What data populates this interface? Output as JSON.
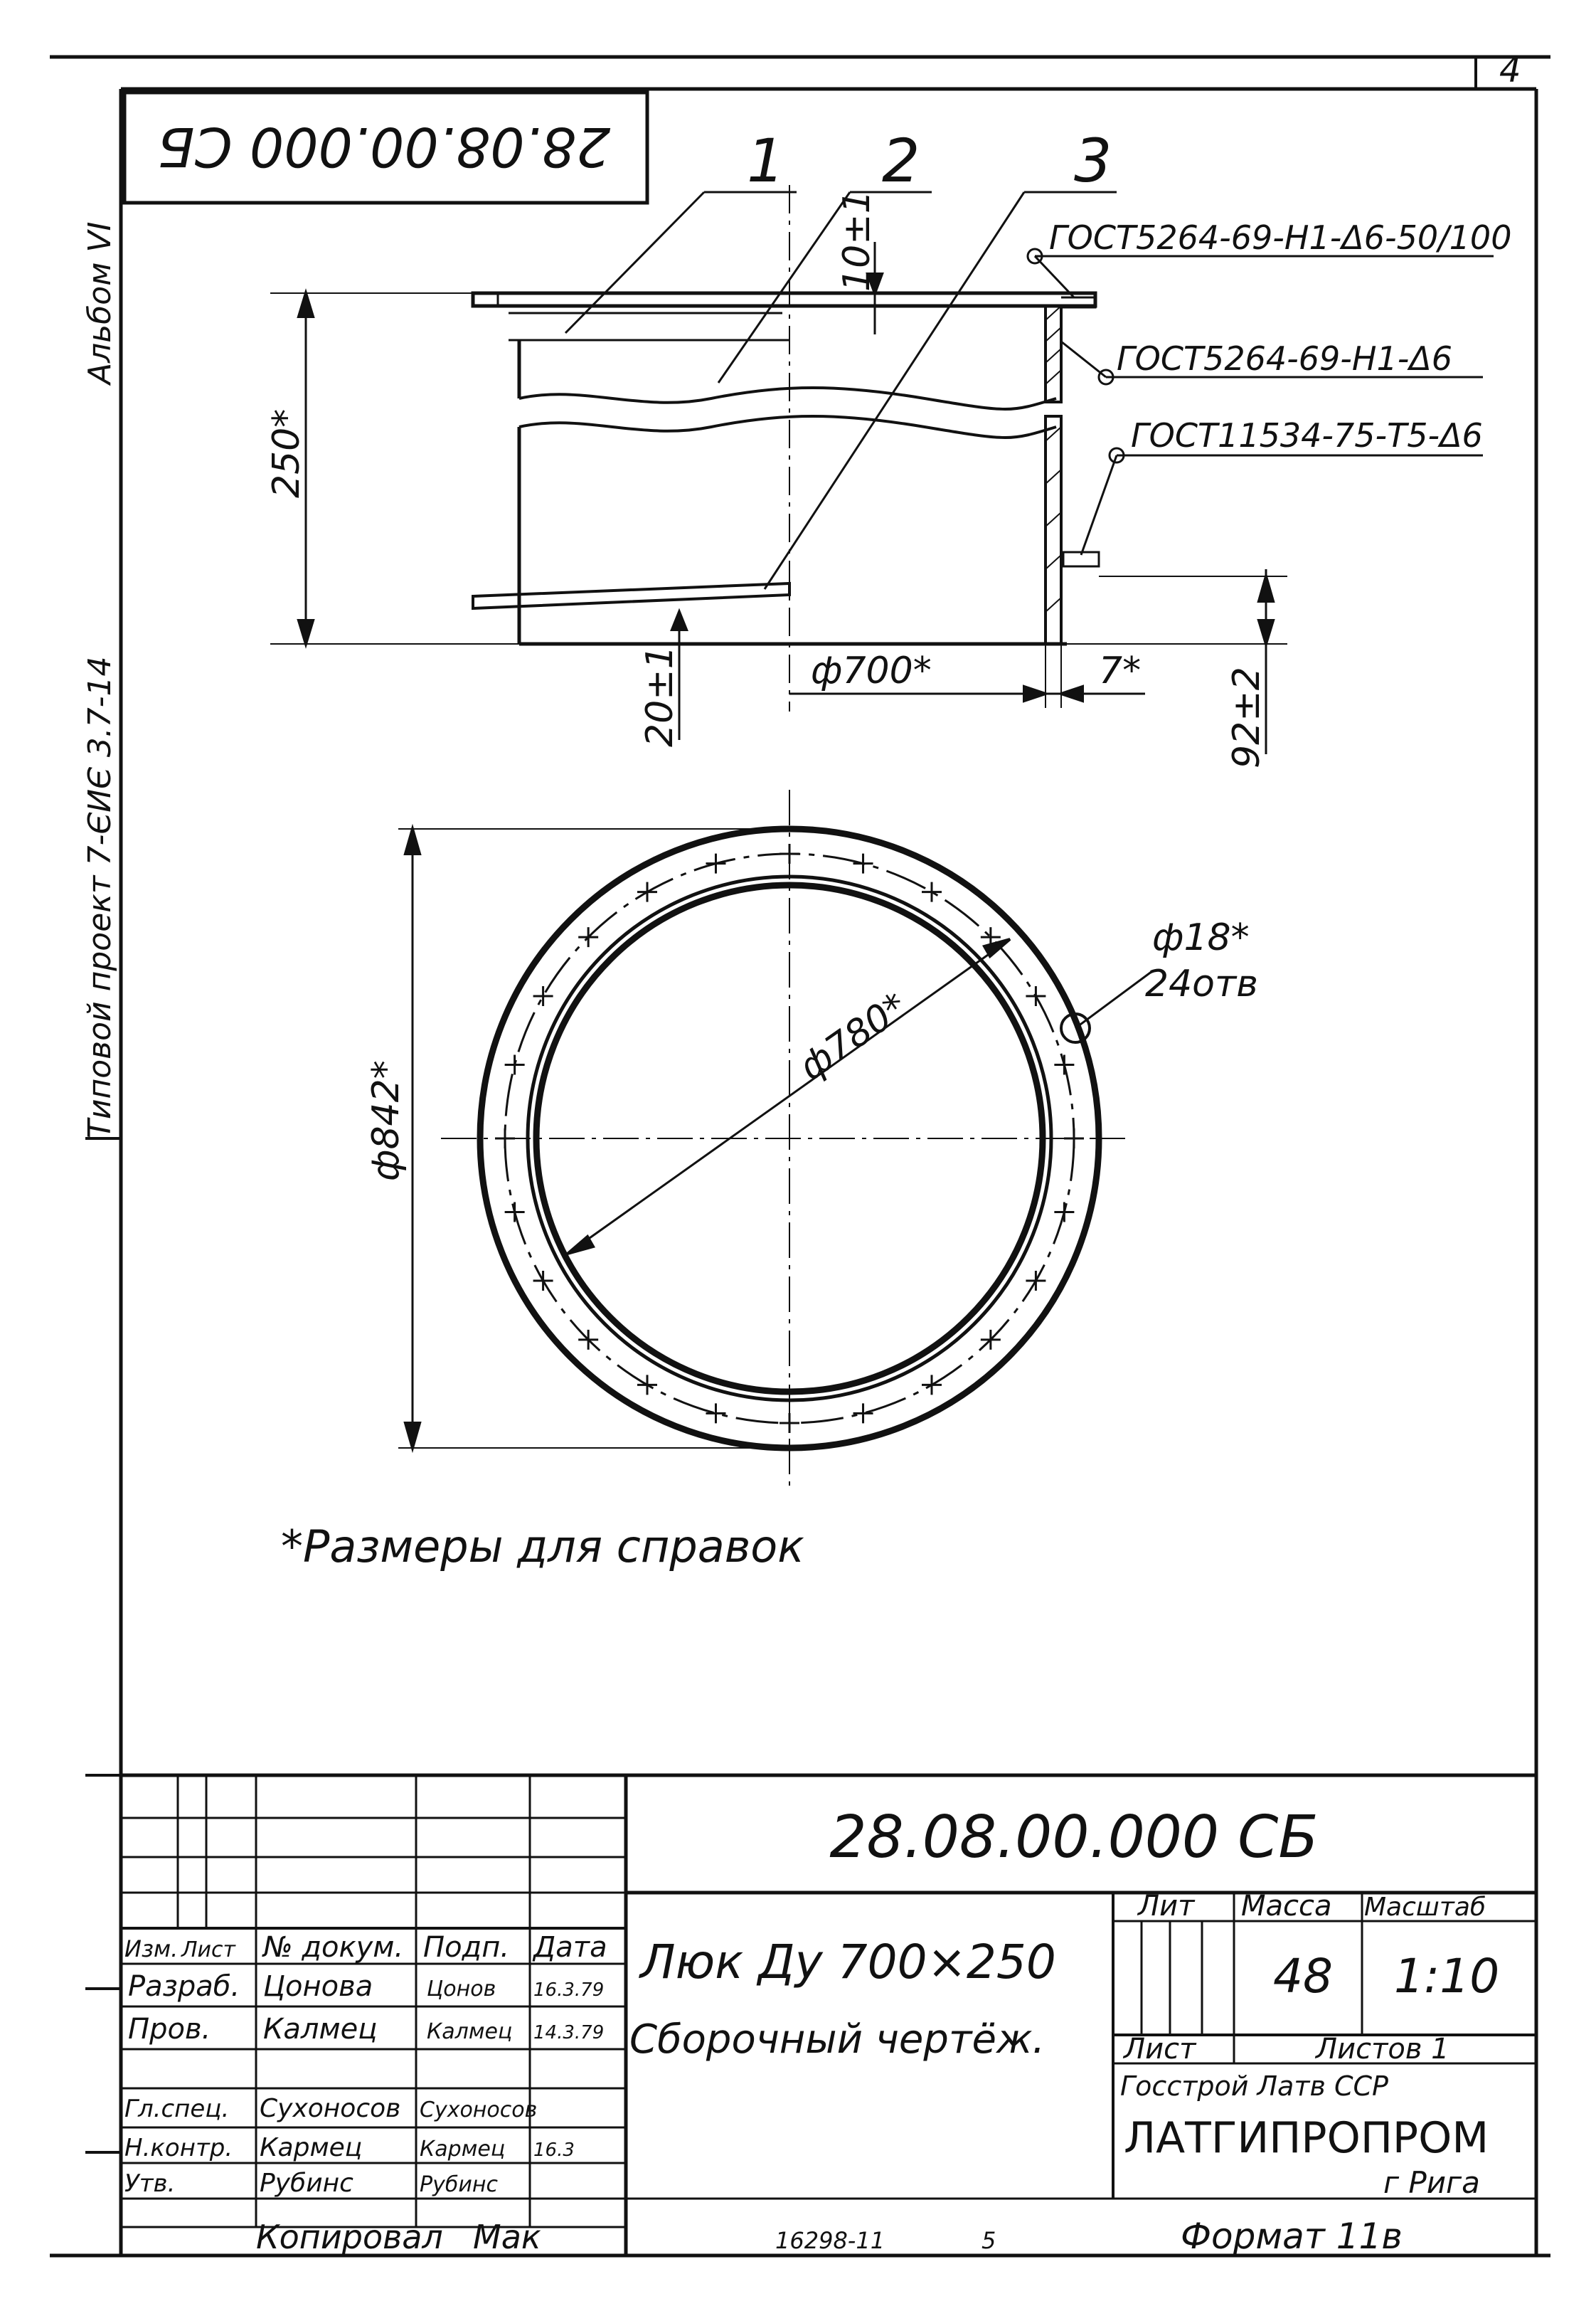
{
  "sheet": {
    "corner_number": "4",
    "code_rotated": "28.08.00.000 СБ",
    "side_text": "Типовой проект 7-ЄИЄ 3.7-14",
    "side_album": "Альбом VI"
  },
  "callouts": {
    "p1": "1",
    "p2": "2",
    "p3": "3"
  },
  "weld_notes": {
    "w1": "ГОСТ5264-69-Н1-Δ6-50/100",
    "w2": "ГОСТ5264-69-Н1-Δ6",
    "w3": "ГОСТ11534-75-Т5-Δ6"
  },
  "dims": {
    "flange_thk": "10±1",
    "height": "250*",
    "ring_offset": "20±1",
    "diameter_inner": "ф700*",
    "wall": "7*",
    "ring_pos": "92±2",
    "pcd": "ф780*",
    "outer": "ф842*",
    "hole_d": "ф18*",
    "hole_n": "24отв"
  },
  "note": "*Размеры для справок",
  "title_block": {
    "doc_code": "28.08.00.000 СБ",
    "name_line1": "Люк  Ду 700×250",
    "name_line2": "Сборочный чертёж.",
    "col_headers": [
      "Изм.",
      "Лист",
      "№ докум.",
      "Подп.",
      "Дата"
    ],
    "rows": [
      {
        "role": "Разраб.",
        "name": "Цонова",
        "sign": "Цонов",
        "date": "16.3.79"
      },
      {
        "role": "Пров.",
        "name": "Калмец",
        "sign": "Калмец",
        "date": "14.3.79"
      },
      {
        "role": "Гл.спец.",
        "name": "Сухоносов",
        "sign": "Сухоносов",
        "date": ""
      },
      {
        "role": "Н.контр.",
        "name": "Кармец",
        "sign": "Кармец",
        "date": "16.3"
      },
      {
        "role": "Утв.",
        "name": "Рубинс",
        "sign": "Рубинс",
        "date": ""
      }
    ],
    "lit_label": "Лит",
    "mass_label": "Масса",
    "scale_label": "Масштаб",
    "mass": "48",
    "scale": "1:10",
    "sheet_label": "Лист",
    "sheets_label": "Листов 1",
    "org1": "Госстрой Латв ССР",
    "org2": "ЛАТГИПРОПРОМ",
    "city": "г Рига"
  },
  "footer": {
    "copied": "Копировал",
    "copier": "Мак",
    "order": "16298-11",
    "page": "5",
    "format": "Формат 11в"
  }
}
